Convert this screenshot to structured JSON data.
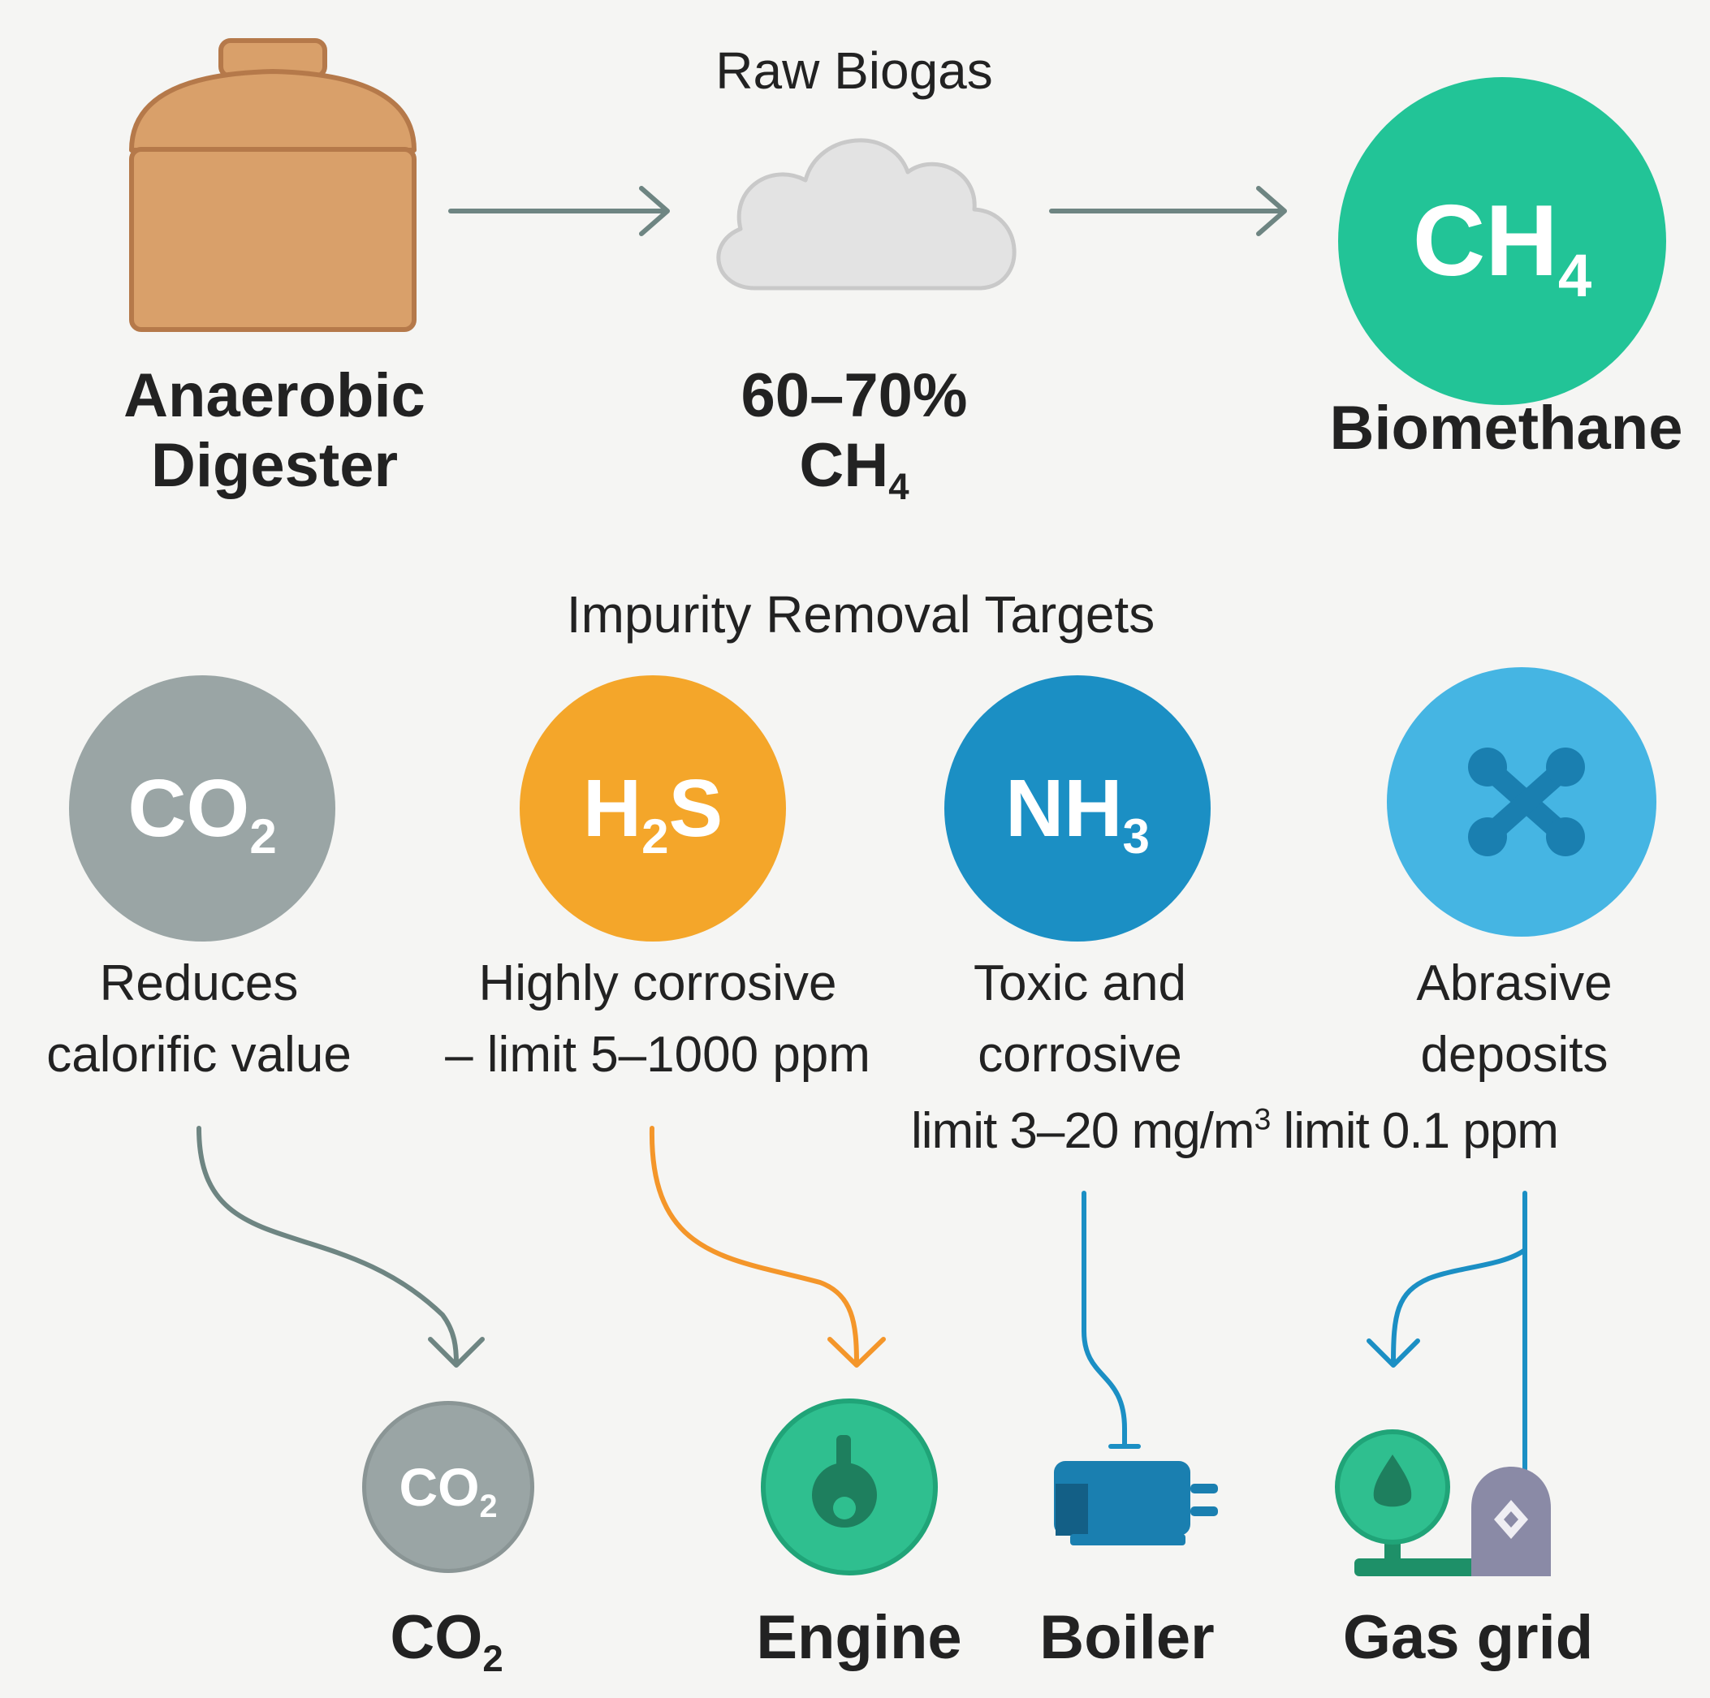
{
  "top": {
    "digester": {
      "label_line1": "Anaerobic",
      "label_line2": "Digester"
    },
    "raw_biogas": {
      "title": "Raw Biogas",
      "value_line1": "60–70%",
      "value_line2_main": "CH",
      "value_line2_sub": "4"
    },
    "biomethane": {
      "formula_main": "CH",
      "formula_sub": "4",
      "label": "Biomethane"
    }
  },
  "impurities": {
    "title": "Impurity Removal Targets",
    "items": [
      {
        "formula_main": "CO",
        "formula_sub": "2",
        "formula_tail": "",
        "color": "#9aa5a5",
        "desc_line1": "Reduces",
        "desc_line2": "calorific value"
      },
      {
        "formula_main": "H",
        "formula_sub": "2",
        "formula_tail": "S",
        "color": "#f4a62a",
        "desc_line1": "Highly corrosive",
        "desc_line2": "– limit 5–1000 ppm"
      },
      {
        "formula_main": "NH",
        "formula_sub": "3",
        "formula_tail": "",
        "color": "#1b8fc4",
        "desc_line1": "Toxic and",
        "desc_line2": "corrosive"
      },
      {
        "icon": "siloxane-molecule-icon",
        "color": "#45b5e3",
        "desc_line1": "Abrasive",
        "desc_line2": "deposits"
      }
    ],
    "limit_nh3_main": "limit 3–20 mg/m",
    "limit_nh3_sup": "3",
    "limit_siloxane": "limit 0.1 ppm"
  },
  "outputs": [
    {
      "formula_main": "CO",
      "formula_sub": "2",
      "label_main": "CO",
      "label_sub": "2",
      "color": "#9aa5a5"
    },
    {
      "icon": "engine-icon",
      "label": "Engine",
      "color": "#2fbf8f"
    },
    {
      "icon": "boiler-icon",
      "label": "Boiler",
      "color": "#1a7fb0"
    },
    {
      "icon": "gas-grid-icon",
      "label": "Gas grid",
      "color": "#2fbf8f"
    }
  ],
  "colors": {
    "digester_fill": "#d9a06a",
    "digester_stroke": "#b5794a",
    "arrow_gray": "#6e8582",
    "arrow_orange": "#f4962a",
    "arrow_blue": "#1b8fc4",
    "biomethane": "#22c497"
  }
}
